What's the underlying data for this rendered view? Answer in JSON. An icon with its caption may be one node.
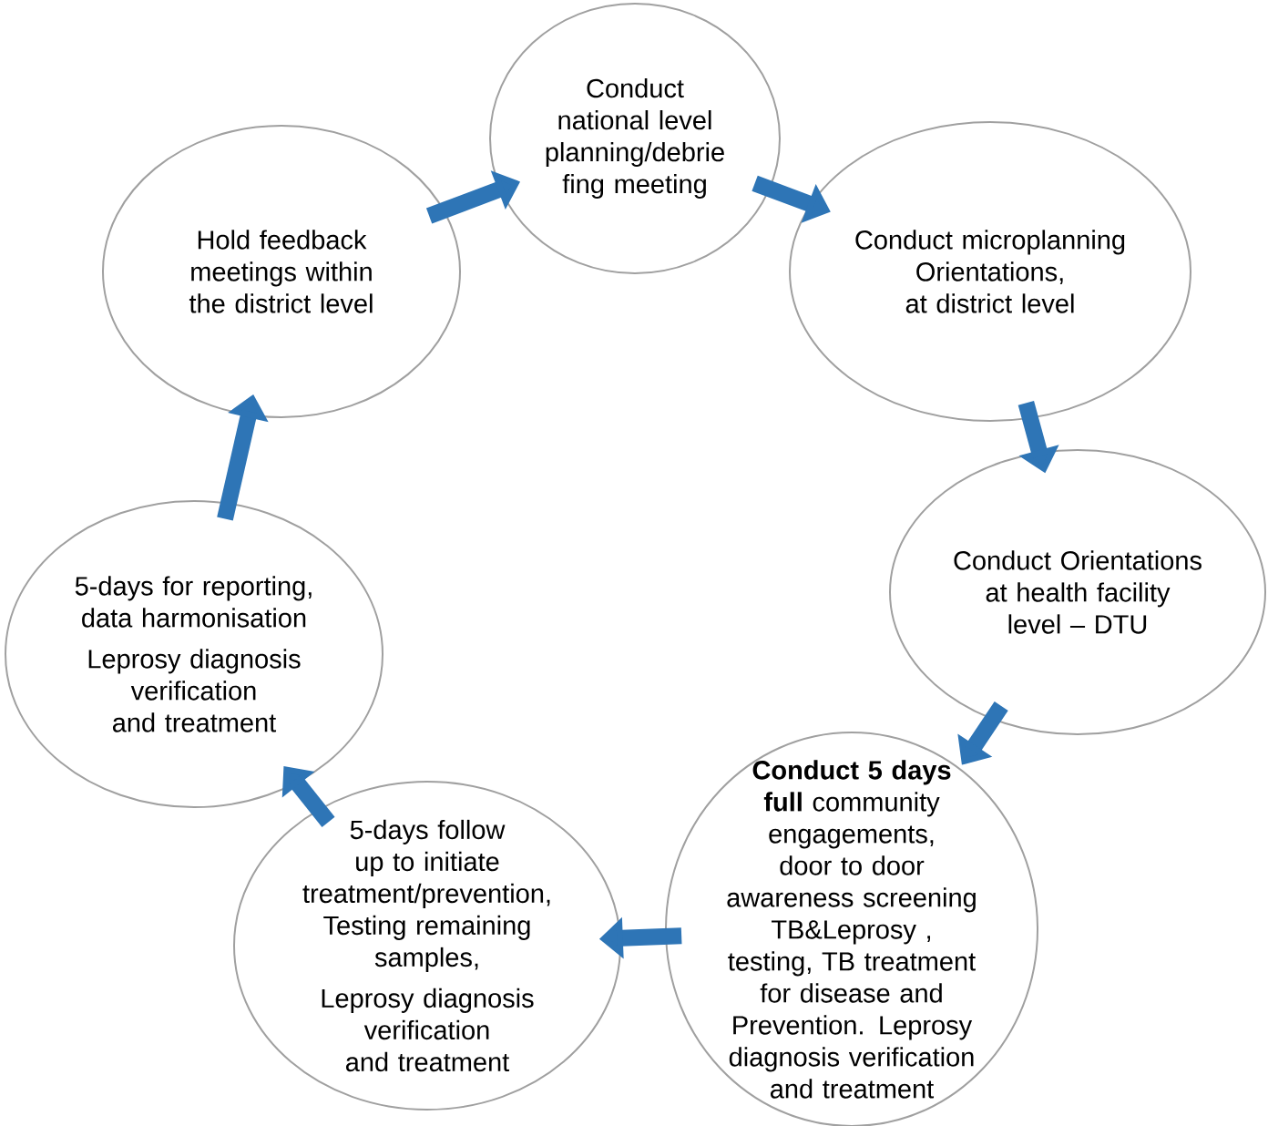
{
  "diagram": {
    "nodes": [
      {
        "text": [
          "Conduct national level planning/debrie fing meeting"
        ]
      },
      {
        "text": [
          "Conduct microplanning Orientations, at district level"
        ]
      },
      {
        "text": [
          "Conduct Orientations at health facility level – DTU"
        ]
      },
      {
        "text": [
          "**Conduct 5 days full** community engagements, door to door awareness screening TB&Leprosy , testing, TB treatment for disease and Prevention. Leprosy diagnosis verification and treatment"
        ]
      },
      {
        "text": [
          "5-days follow up to initiate treatment/prevention, Testing remaining samples,",
          "Leprosy diagnosis verification and treatment"
        ]
      },
      {
        "text": [
          "5-days for reporting, data harmonisation",
          "Leprosy diagnosis verification and treatment"
        ]
      },
      {
        "text": [
          "Hold feedback meetings within the district level"
        ]
      }
    ],
    "edges": [
      {
        "from": 0,
        "to": 1,
        "arrow": "to"
      },
      {
        "from": 1,
        "to": 2,
        "arrow": "to"
      },
      {
        "from": 2,
        "to": 3,
        "arrow": "to"
      },
      {
        "from": 3,
        "to": 4,
        "arrow": "to"
      },
      {
        "from": 4,
        "to": 5,
        "arrow": "to"
      },
      {
        "from": 5,
        "to": 6,
        "arrow": "to"
      },
      {
        "from": 6,
        "to": 0,
        "arrow": "to"
      }
    ]
  }
}
